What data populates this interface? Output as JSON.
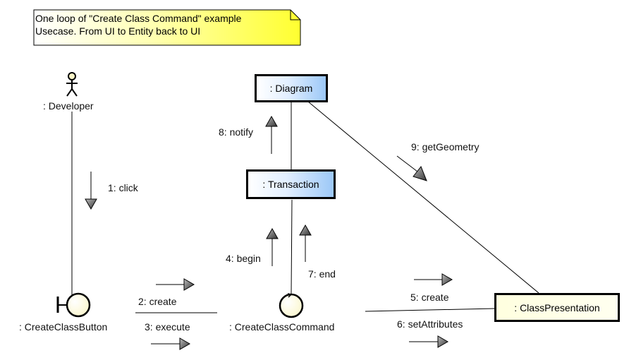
{
  "note": {
    "line1": "One loop of \"Create Class Command\" example",
    "line2": "Usecase. From UI to Entity back to UI"
  },
  "objects": {
    "developer": ": Developer",
    "diagram": ": Diagram",
    "transaction": ": Transaction",
    "create_class_button": ": CreateClassButton",
    "create_class_command": ": CreateClassCommand",
    "class_presentation": ": ClassPresentation"
  },
  "messages": [
    {
      "label": "1: click",
      "direction": "down",
      "from": "Developer",
      "to": "CreateClassButton"
    },
    {
      "label": "2: create",
      "direction": "right",
      "from": "CreateClassButton",
      "to": "CreateClassCommand"
    },
    {
      "label": "3: execute",
      "direction": "right",
      "from": "CreateClassButton",
      "to": "CreateClassCommand"
    },
    {
      "label": "4: begin",
      "direction": "up",
      "from": "CreateClassCommand",
      "to": "Transaction"
    },
    {
      "label": "5: create",
      "direction": "right",
      "from": "CreateClassCommand",
      "to": "ClassPresentation"
    },
    {
      "label": "6: setAttributes",
      "direction": "right",
      "from": "CreateClassCommand",
      "to": "ClassPresentation"
    },
    {
      "label": "7: end",
      "direction": "up",
      "from": "CreateClassCommand",
      "to": "Transaction"
    },
    {
      "label": "8: notify",
      "direction": "up",
      "from": "Transaction",
      "to": "Diagram"
    },
    {
      "label": "9: getGeometry",
      "direction": "down-right",
      "from": "Diagram",
      "to": "ClassPresentation"
    }
  ],
  "colors": {
    "note_fill": "#ffff40",
    "object_blue": "#9cc8f7",
    "object_yellow": "#ffffdf",
    "arrow_fill": "#666666"
  }
}
